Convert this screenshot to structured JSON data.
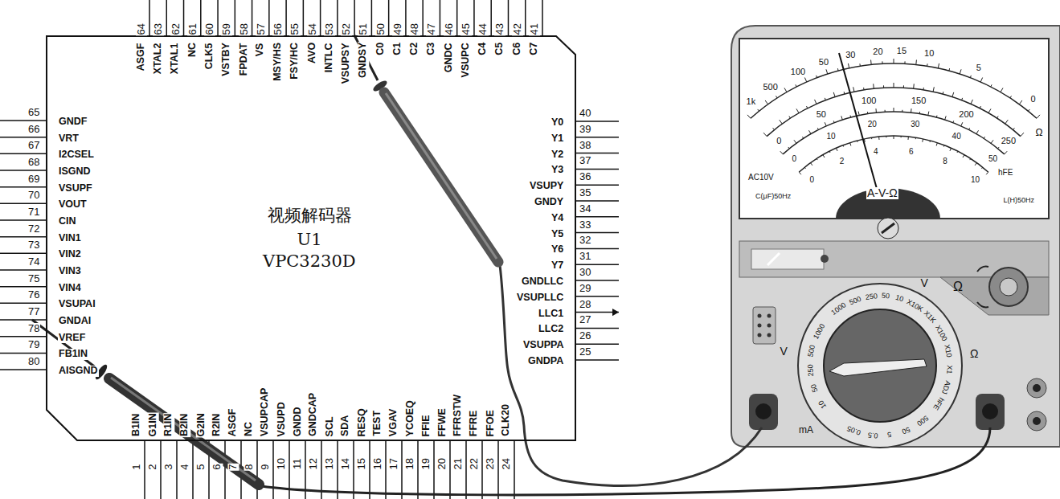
{
  "diagram": {
    "nodes": [
      {
        "text": [
          "视频解码器",
          "U1",
          "VPC3230D"
        ]
      }
    ],
    "labels": [
      "1",
      "B1IN",
      "2",
      "G1IN",
      "3",
      "R1IN",
      "4",
      "B2IN",
      "5",
      "G2IN",
      "6",
      "R2IN",
      "7",
      "ASGF",
      "8",
      "NC",
      "9",
      "VSUPCAP",
      "10",
      "VSUPD",
      "11",
      "GNDD",
      "12",
      "GNDCAP",
      "13",
      "SCL",
      "14",
      "SDA",
      "15",
      "RESQ",
      "16",
      "TEST",
      "17",
      "VGAV",
      "18",
      "YCOEQ",
      "19",
      "FFIE",
      "20",
      "FFWE",
      "21",
      "FFRSTW",
      "22",
      "FFRE",
      "23",
      "FFOE",
      "24",
      "CLK20",
      "25",
      "GNDPA",
      "26",
      "VSUPPA",
      "27",
      "LLC2",
      "28",
      "LLC1",
      "29",
      "VSUPLLC",
      "30",
      "GNDLLC",
      "31",
      "Y7",
      "32",
      "Y6",
      "33",
      "Y5",
      "34",
      "Y4",
      "35",
      "GNDY",
      "36",
      "VSUPY",
      "37",
      "Y3",
      "38",
      "Y2",
      "39",
      "Y1",
      "40",
      "Y0",
      "41",
      "C7",
      "42",
      "C6",
      "43",
      "C5",
      "44",
      "C4",
      "45",
      "VSUPC",
      "46",
      "GNDC",
      "47",
      "C3",
      "48",
      "C2",
      "49",
      "C1",
      "50",
      "C0",
      "51",
      "GNDSY",
      "52",
      "VSUPSY",
      "53",
      "INTLC",
      "54",
      "AVO",
      "55",
      "FSY/HC",
      "56",
      "MSY/HS",
      "57",
      "VS",
      "58",
      "FPDAT",
      "59",
      "VSTBY",
      "60",
      "CLK5",
      "61",
      "NC",
      "62",
      "XTAL1",
      "63",
      "XTAL2",
      "64",
      "ASGF",
      "65",
      "GNDF",
      "66",
      "VRT",
      "67",
      "I2CSEL",
      "68",
      "ISGND",
      "69",
      "VSUPF",
      "70",
      "VOUT",
      "71",
      "CIN",
      "72",
      "VIN1",
      "73",
      "VIN2",
      "74",
      "VIN3",
      "75",
      "VIN4",
      "76",
      "VSUPAI",
      "77",
      "GNDAI",
      "78",
      "VREF",
      "79",
      "FB1IN",
      "80",
      "AISGND",
      "1k",
      "500",
      "100",
      "50",
      "30",
      "20",
      "15",
      "10",
      "5",
      "0",
      "0",
      "50",
      "100",
      "150",
      "200",
      "250",
      "0",
      "10",
      "20",
      "30",
      "40",
      "50",
      "0",
      "2",
      "4",
      "6",
      "8",
      "10",
      "Ω",
      "AC10V",
      "hFE",
      "C(μF)50Hz",
      "L(H)50Hz",
      "A-V-Ω",
      "Ω",
      "1000",
      "500",
      "250",
      "50",
      "10",
      "X10K",
      "X1K",
      "X100",
      "X10",
      "X1",
      "ADJ",
      "hFE",
      "500",
      "50",
      "5",
      "0.5",
      "0.05",
      "10",
      "50",
      "250",
      "500",
      "1000",
      "V",
      "Ω",
      "V",
      "mA"
    ]
  }
}
